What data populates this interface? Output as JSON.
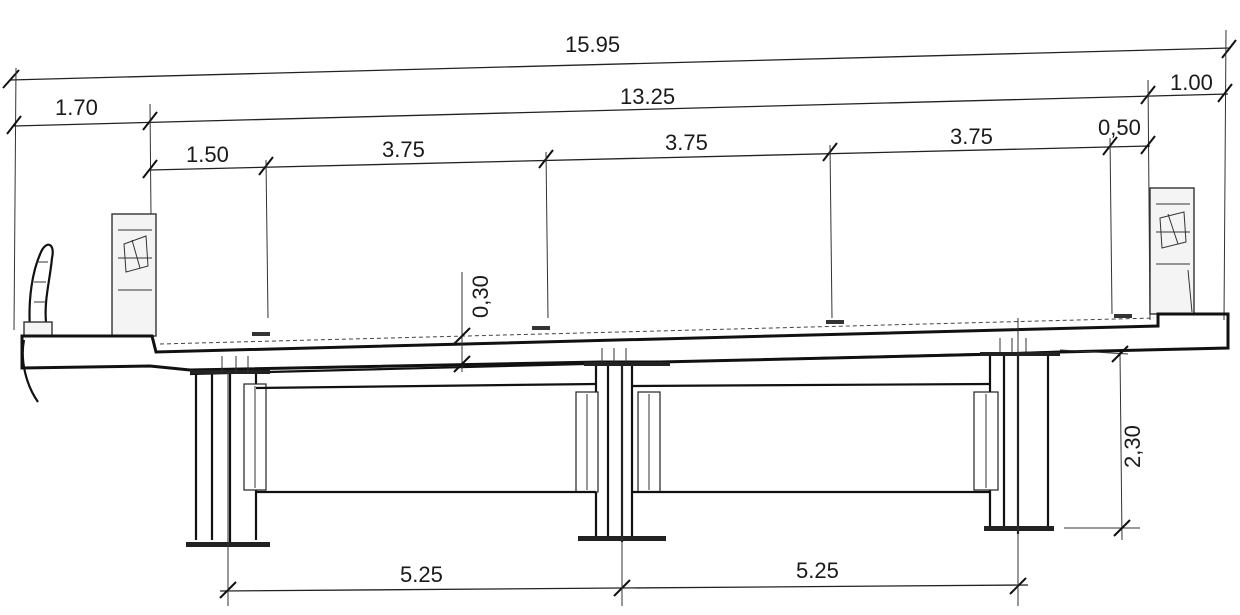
{
  "dimensions": {
    "total_width": "15.95",
    "roadway_width": "13.25",
    "left_overhang": "1.70",
    "right_overhang": "1.00",
    "left_shoulder": "1.50",
    "lane_1": "3.75",
    "lane_2": "3.75",
    "lane_3": "3.75",
    "right_shoulder": "0,50",
    "slab_thickness": "0,30",
    "girder_height": "2,30",
    "girder_spacing_1": "5.25",
    "girder_spacing_2": "5.25"
  },
  "colors": {
    "line": "#111111",
    "background": "#ffffff"
  }
}
